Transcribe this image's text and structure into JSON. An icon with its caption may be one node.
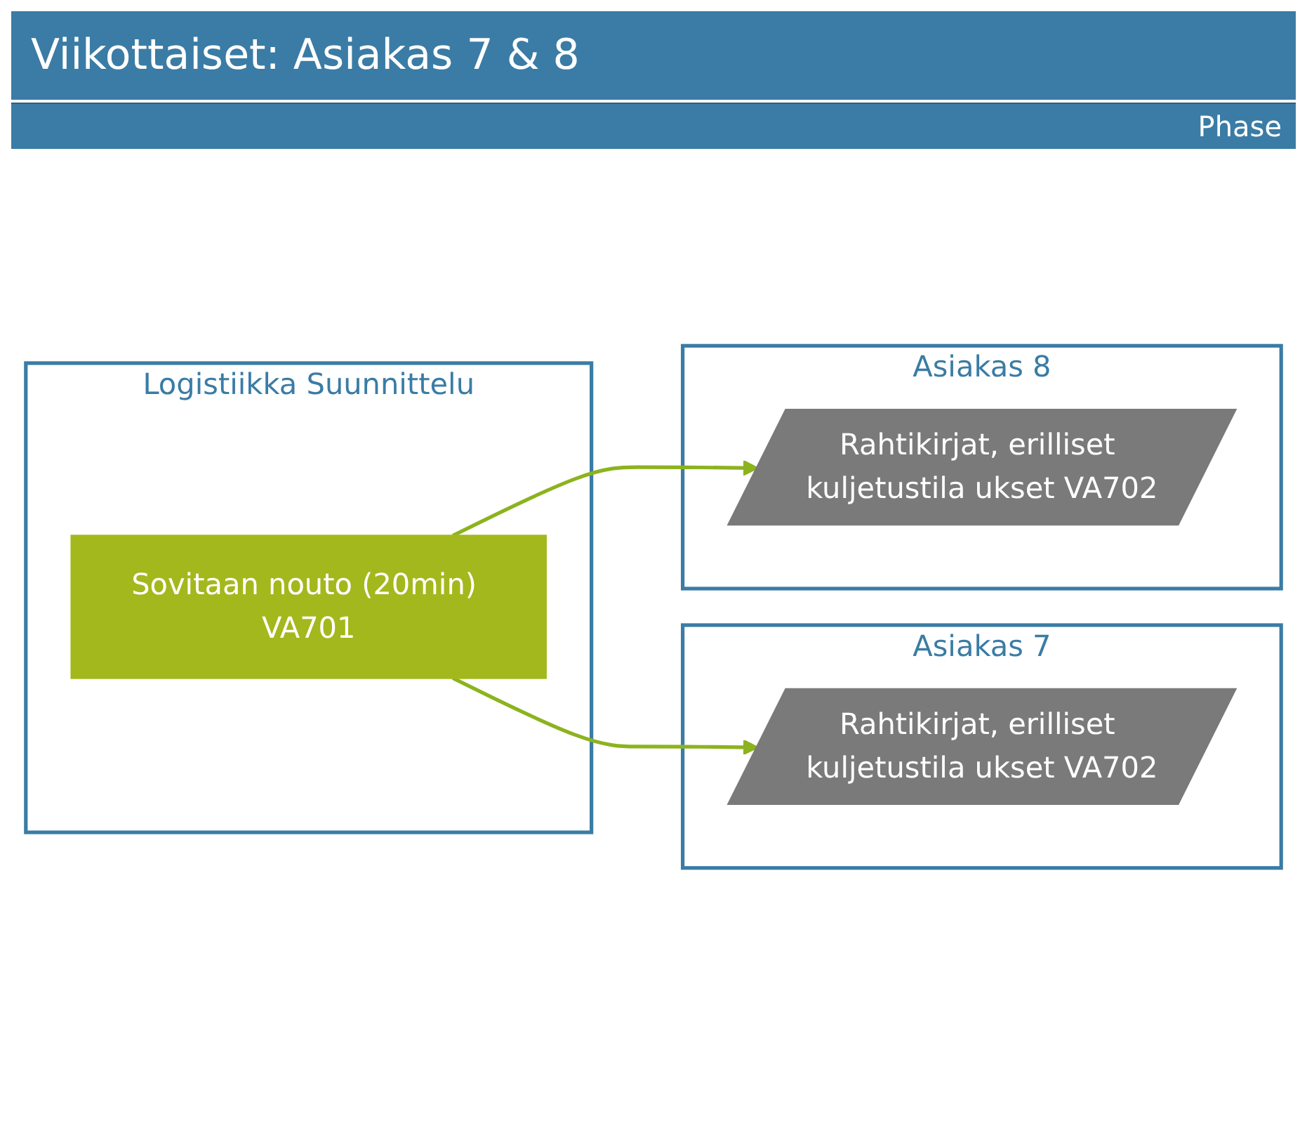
{
  "diagram": {
    "title": "Viikottaiset: Asiakas 7 & 8",
    "nodes": [
      {
        "text": [
          "Logistiikka Suunnittelu"
        ]
      },
      {
        "text": [
          "Sovitaan nouto (20min) VA701"
        ],
        "in": 0
      },
      {
        "text": [
          "Asiakas 7"
        ]
      },
      {
        "text": [
          "Rahtikirjat, erilliset kuljetustila ukset VA702"
        ],
        "in": 2
      },
      {
        "text": [
          "Asiakas 8"
        ]
      },
      {
        "text": [
          "Rahtikirjat, erilliset kuljetustila ukset VA702"
        ],
        "in": 4
      }
    ],
    "edges": [
      {
        "from": 1,
        "to": 3,
        "arrow": "to"
      },
      {
        "from": 1,
        "to": 5,
        "arrow": "to"
      }
    ],
    "labels": [
      "Phase"
    ]
  }
}
